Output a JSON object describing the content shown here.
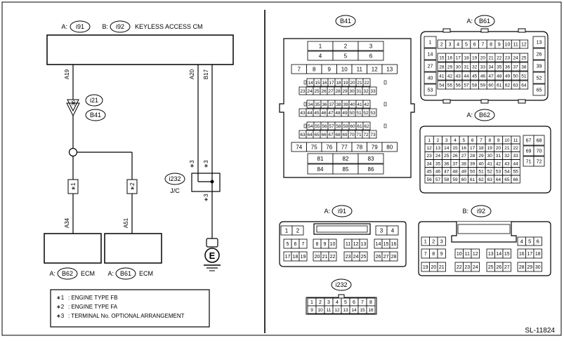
{
  "diagram_id": "SL-11824",
  "header": {
    "conn_a_prefix": "A:",
    "conn_a": "i91",
    "conn_b_prefix": "B:",
    "conn_b": "i92",
    "module": "KEYLESS ACCESS CM"
  },
  "wires": {
    "a19": "A19",
    "a20": "A20",
    "b17": "B17",
    "a34": "A34",
    "a51": "A51"
  },
  "splice": {
    "conn1": "i21",
    "conn2": "B41",
    "pin": "36"
  },
  "option_marks": {
    "m1": "∗1",
    "m2": "∗2",
    "m3": "∗3"
  },
  "joint": {
    "id": "i232",
    "label": "J/C"
  },
  "ground_label": "E",
  "ecm_left": {
    "prefix": "A:",
    "conn": "B62",
    "label": "ECM"
  },
  "ecm_right": {
    "prefix": "A:",
    "conn": "B61",
    "label": "ECM"
  },
  "legend": [
    {
      "mark": "∗1",
      "text": ": ENGINE TYPE FB"
    },
    {
      "mark": "∗2",
      "text": ": ENGINE TYPE FA"
    },
    {
      "mark": "∗3",
      "text": ": TERMINAL No. OPTIONAL ARRANGEMENT"
    }
  ],
  "connectors": {
    "b41": {
      "name": "B41",
      "rows": [
        [
          "1",
          "2",
          "3"
        ],
        [
          "4",
          "5",
          "6"
        ],
        [
          "7",
          "8",
          "9",
          "10",
          "11",
          "12",
          "13"
        ],
        [
          "14",
          "15",
          "16",
          "17",
          "18",
          "19",
          "20",
          "21",
          "22"
        ],
        [
          "23",
          "24",
          "25",
          "26",
          "27",
          "28",
          "29",
          "30",
          "31",
          "32",
          "33"
        ],
        [
          "34",
          "35",
          "36",
          "37",
          "38",
          "39",
          "40",
          "41",
          "42"
        ],
        [
          "43",
          "44",
          "45",
          "46",
          "47",
          "48",
          "49",
          "50",
          "51",
          "52",
          "53"
        ],
        [
          "54",
          "55",
          "56",
          "57",
          "58",
          "59",
          "60",
          "61",
          "62"
        ],
        [
          "63",
          "64",
          "65",
          "66",
          "67",
          "68",
          "69",
          "70",
          "71",
          "72",
          "73"
        ],
        [
          "74",
          "75",
          "76",
          "77",
          "78",
          "79",
          "80"
        ],
        [
          "81",
          "82",
          "83"
        ],
        [
          "84",
          "85",
          "86"
        ]
      ]
    },
    "b61": {
      "prefix": "A:",
      "name": "B61",
      "left": [
        "1",
        "14",
        "27",
        "40",
        "53"
      ],
      "rows": [
        [
          "2",
          "3",
          "4",
          "5",
          "6",
          "7",
          "8",
          "9",
          "10",
          "11",
          "12"
        ],
        [
          "15",
          "16",
          "17",
          "18",
          "19",
          "20",
          "21",
          "22",
          "23",
          "24",
          "25"
        ],
        [
          "28",
          "29",
          "30",
          "31",
          "32",
          "33",
          "34",
          "35",
          "36",
          "37",
          "38"
        ],
        [
          "41",
          "42",
          "43",
          "44",
          "45",
          "46",
          "47",
          "48",
          "49",
          "50",
          "51"
        ],
        [
          "54",
          "55",
          "56",
          "57",
          "58",
          "59",
          "60",
          "61",
          "62",
          "63",
          "64"
        ]
      ],
      "right": [
        "13",
        "26",
        "39",
        "52",
        "65"
      ]
    },
    "b62": {
      "prefix": "A:",
      "name": "B62",
      "rows": [
        [
          "1",
          "2",
          "3",
          "4",
          "5",
          "6",
          "7",
          "8",
          "9",
          "10",
          "11"
        ],
        [
          "12",
          "13",
          "14",
          "15",
          "16",
          "17",
          "18",
          "19",
          "20",
          "21",
          "22"
        ],
        [
          "23",
          "24",
          "25",
          "26",
          "27",
          "28",
          "29",
          "30",
          "31",
          "32",
          "33"
        ],
        [
          "34",
          "35",
          "36",
          "37",
          "38",
          "39",
          "40",
          "41",
          "42",
          "43",
          "44"
        ],
        [
          "45",
          "46",
          "47",
          "48",
          "49",
          "50",
          "51",
          "52",
          "53",
          "54",
          "55"
        ],
        [
          "56",
          "57",
          "58",
          "59",
          "60",
          "61",
          "62",
          "63",
          "64",
          "65",
          "66"
        ]
      ],
      "side": [
        [
          "67",
          "68"
        ],
        [
          "69",
          "70"
        ],
        [
          "71",
          "72"
        ]
      ]
    },
    "i91": {
      "prefix": "A:",
      "name": "i91",
      "top_left": [
        "1",
        "2"
      ],
      "top_right": [
        "3",
        "4"
      ],
      "row2": [
        [
          "5",
          "6",
          "7"
        ],
        [
          "8",
          "9",
          "10"
        ],
        [
          "11",
          "12",
          "13"
        ],
        [
          "14",
          "15",
          "16"
        ]
      ],
      "row3": [
        [
          "17",
          "18",
          "19"
        ],
        [
          "20",
          "21",
          "22"
        ],
        [
          "23",
          "24",
          "25"
        ],
        [
          "26",
          "27",
          "28"
        ]
      ]
    },
    "i92": {
      "prefix": "B:",
      "name": "i92",
      "top_left": [
        "1",
        "2",
        "3"
      ],
      "top_right": [
        "4",
        "5",
        "6"
      ],
      "row2": [
        [
          "7",
          "8",
          "9"
        ],
        [
          "10",
          "11",
          "12"
        ],
        [
          "13",
          "14",
          "15"
        ],
        [
          "16",
          "17",
          "18"
        ]
      ],
      "row3": [
        [
          "19",
          "20",
          "21"
        ],
        [
          "22",
          "23",
          "24"
        ],
        [
          "25",
          "26",
          "27"
        ],
        [
          "28",
          "29",
          "30"
        ]
      ]
    },
    "i232": {
      "name": "i232",
      "rows": [
        [
          "1",
          "2",
          "3",
          "4",
          "5",
          "6",
          "7",
          "8"
        ],
        [
          "9",
          "10",
          "11",
          "12",
          "13",
          "14",
          "15",
          "16"
        ]
      ]
    }
  }
}
